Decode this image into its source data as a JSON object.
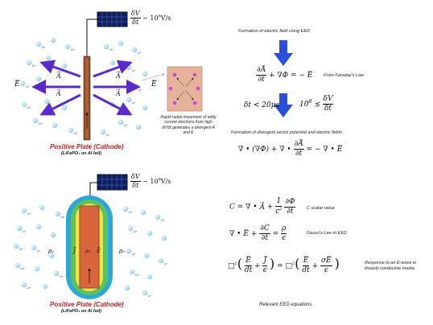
{
  "top_panel": {
    "display_ratio": "δV/δt ~ 10^8 V/s",
    "plate_label": "Positive Plate (Cathode)",
    "plate_sub": "(LiFePO₄ on Al foil)",
    "ion_label": "Li⁺",
    "field_label": "E",
    "vector_label": "A",
    "inset_caption": "Rapid radial movement of eddy current electrons from high dV/dt generates a divergent A and E"
  },
  "bottom_panel": {
    "display_ratio": "δV/δt ~ 10^8 V/s",
    "plate_label": "Positive Plate (Cathode)",
    "plate_sub": "(LiFePO₄ on Al foil)",
    "ion_label": "Li⁺",
    "rho_label": "ρ₂",
    "inner_labels": [
      "J",
      "ρ₁",
      "E"
    ]
  },
  "flow": {
    "title": "Formation of electric field using EED",
    "eq1_note": "From Faraday's Law",
    "condition_left": "δt < 20μs",
    "condition_right": "10⁸ ≲ δV/δt",
    "divergent_title": "Formation of divergent vector potential and electric fields"
  },
  "equations": {
    "c_note": "C scalar value",
    "gauss_note": "Gauss's Law in EED",
    "response_note": "Response to an E-wave in linearly conductive media",
    "footer": "Relevant EED equations"
  },
  "colors": {
    "arrow_purple": "#5b2bc9",
    "flow_arrow": "#2b4fd8",
    "ion": "#a8d7f0",
    "plate_brown": "#8b4a2a",
    "plate_orange": "#d9653a",
    "zone_yellow": "#f0e24a",
    "zone_green": "#5dc25a",
    "zone_blue": "#2fa6d8",
    "cathode_red": "#c81e1e"
  }
}
